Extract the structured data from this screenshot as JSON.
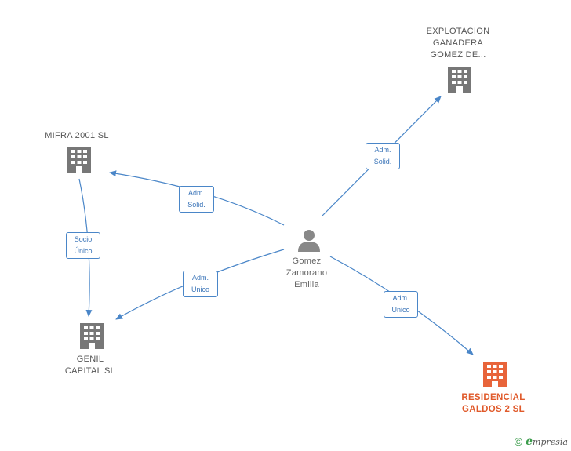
{
  "nodes": {
    "explotacion": "EXPLOTACION\nGANADERA\nGOMEZ DE...",
    "mifra": "MIFRA 2001 SL",
    "genil": "GENIL\nCAPITAL  SL",
    "residencial": "RESIDENCIAL\nGALDOS 2  SL",
    "person": "Gomez\nZamorano\nEmilia"
  },
  "edges": {
    "to_explotacion": "Adm.\nSolid.",
    "to_mifra": "Adm.\nSolid.",
    "to_genil": "Adm.\nUnico",
    "to_residencial": "Adm.\nUnico",
    "mifra_to_genil": "Socio\nÚnico"
  },
  "footer": {
    "copyright": "©",
    "brand_first": "e",
    "brand_rest": "mpresia"
  },
  "colors": {
    "edge": "#4a86c8",
    "company": "#777777",
    "main_company": "#e8643a",
    "person": "#888888"
  }
}
